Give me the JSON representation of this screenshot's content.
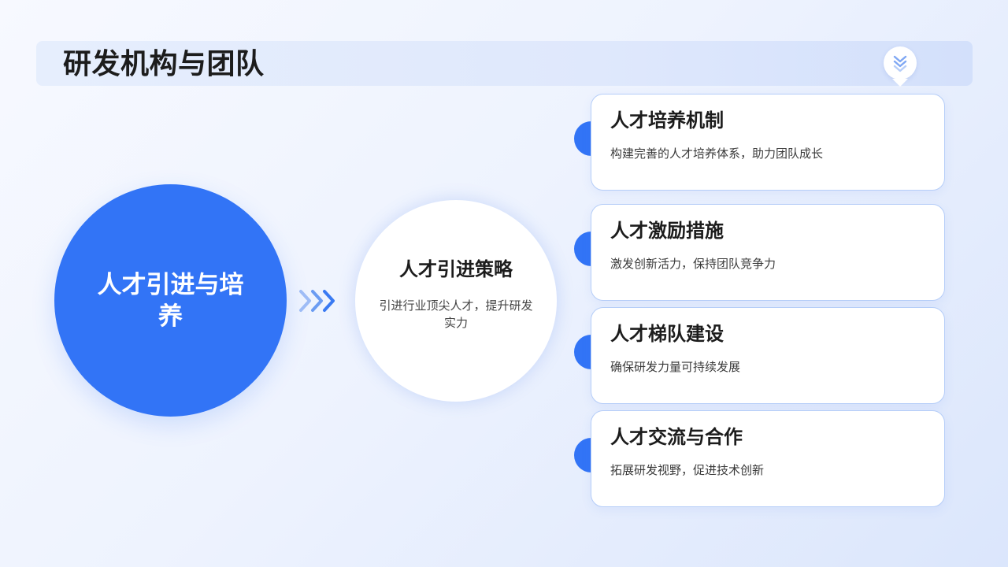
{
  "header": {
    "title": "研发机构与团队",
    "badge_icon": "double-chevron-down-icon"
  },
  "main_topic": {
    "label": "人才引进与培养"
  },
  "flow_icon": "triple-chevron-right-icon",
  "strategy": {
    "title": "人才引进策略",
    "description": "引进行业顶尖人才，提升研发实力"
  },
  "cards": [
    {
      "title": "人才培养机制",
      "description": "构建完善的人才培养体系，助力团队成长"
    },
    {
      "title": "人才激励措施",
      "description": "激发创新活力，保持团队竞争力"
    },
    {
      "title": "人才梯队建设",
      "description": "确保研发力量可持续发展"
    },
    {
      "title": "人才交流与合作",
      "description": "拓展研发视野，促进技术创新"
    }
  ],
  "colors": {
    "accent": "#3274f6",
    "card_border": "#b5cdf8",
    "text_dark": "#1c1c1c"
  }
}
